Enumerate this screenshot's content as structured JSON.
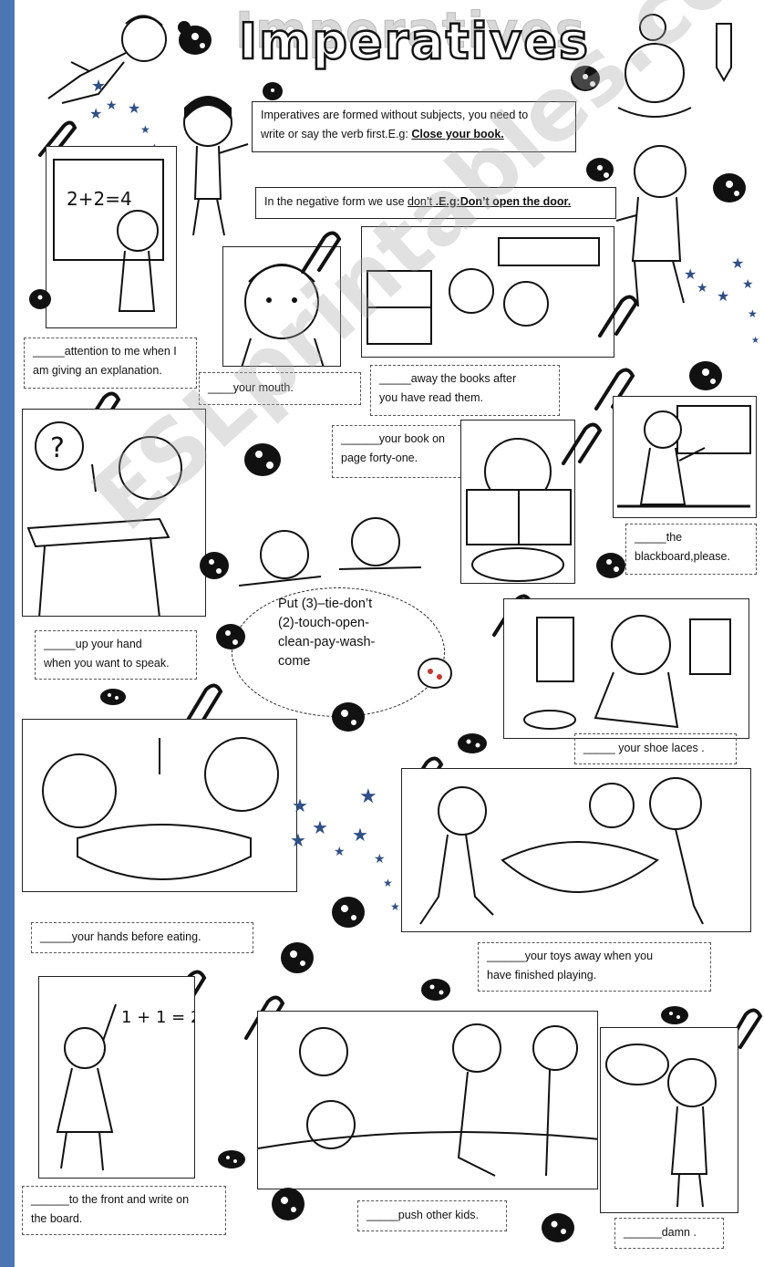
{
  "title": "Imperatives",
  "intro": {
    "line1": "Imperatives are formed without subjects, you need to",
    "line2_prefix": "write or say the verb first.E.g: ",
    "line2_example": "Close your book.",
    "negative_prefix": "In the negative form we use ",
    "negative_word": "don’t",
    "negative_example": " .E.g:Don’t open the door."
  },
  "word_bank": {
    "line1": "Put (3)–tie-don’t",
    "line2": "(2)-touch-open-",
    "line3": "clean-pay-wash-",
    "line4": "come"
  },
  "exercises": {
    "attention": {
      "line1": "_____attention to me when I",
      "line2": "am giving an explanation."
    },
    "mouth": {
      "line1": "____your mouth."
    },
    "books": {
      "line1": "_____away the books after",
      "line2": "you have read them."
    },
    "page41": {
      "line1": "______your book on",
      "line2": "page forty-one."
    },
    "blackboard": {
      "line1": "_____the",
      "line2": "blackboard,please."
    },
    "hand": {
      "line1": "_____up your hand",
      "line2": "when you want to speak."
    },
    "laces": {
      "line1": "_____ your shoe laces ."
    },
    "wash": {
      "line1": "_____your hands before eating."
    },
    "toys": {
      "line1": "______your toys away when you",
      "line2": "have finished playing."
    },
    "front": {
      "line1": "______to the front and write on",
      "line2": "the board."
    },
    "push": {
      "line1": "_____push other kids."
    },
    "damn": {
      "line1": "______damn ."
    }
  },
  "watermark": "ESLprintables.com",
  "colors": {
    "accent": "#4a77b4",
    "ink": "#111111",
    "star": "#2f4f86"
  }
}
